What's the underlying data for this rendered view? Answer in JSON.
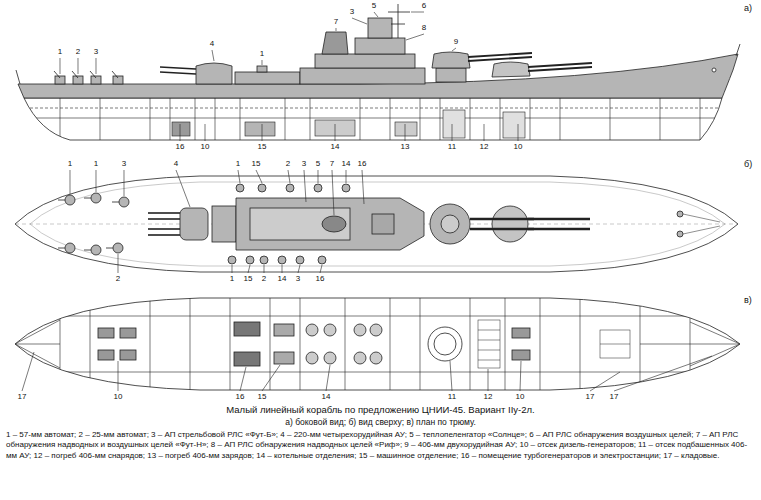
{
  "diagram": {
    "caption": "Малый линейный корабль по предложению ЦНИИ-45. Вариант IIу-2л.",
    "labels": [
      "а)",
      "1",
      "2",
      "3",
      "4",
      "1",
      "7",
      "3",
      "5",
      "6",
      "8",
      "9",
      "16",
      "10",
      "15",
      "14",
      "13",
      "11",
      "12",
      "10",
      "б)",
      "1",
      "1",
      "3",
      "4",
      "1",
      "15",
      "2",
      "3",
      "5",
      "7",
      "14",
      "16",
      "2",
      "1",
      "15",
      "2",
      "14",
      "3",
      "16",
      "в)",
      "17",
      "10",
      "16",
      "15",
      "14",
      "11",
      "12",
      "10",
      "17",
      "17",
      "а) боковой вид; б) вид сверху; в) план по трюму.",
      "1 – 57-мм автомат; 2 – 25-мм автомат; 3 – АП стрельбовой РЛС «Фут-Б»; 4 – 220-мм четырехорудийная АУ; 5 – теплопеленгатор «Солнце»; 6 – АП РЛС обнаружения воздушных целей; 7 – АП РЛС обнаружения надводных и воздушных целей «Фут-Н»; 8 – АП РЛС обнаружения надводных целей «Риф»; 9 – 406-мм двухорудийная АУ; 10 – отсек дизель-генераторов; 11 – отсек подбашенных 406-мм АУ; 12 – погреб 406-мм снарядов; 13 – погреб 406-мм зарядов; 14 – котельные отделения; 15 – машинное отделение; 16 – помещение турбогенераторов и электростанции; 17 – кладовые."
    ]
  }
}
